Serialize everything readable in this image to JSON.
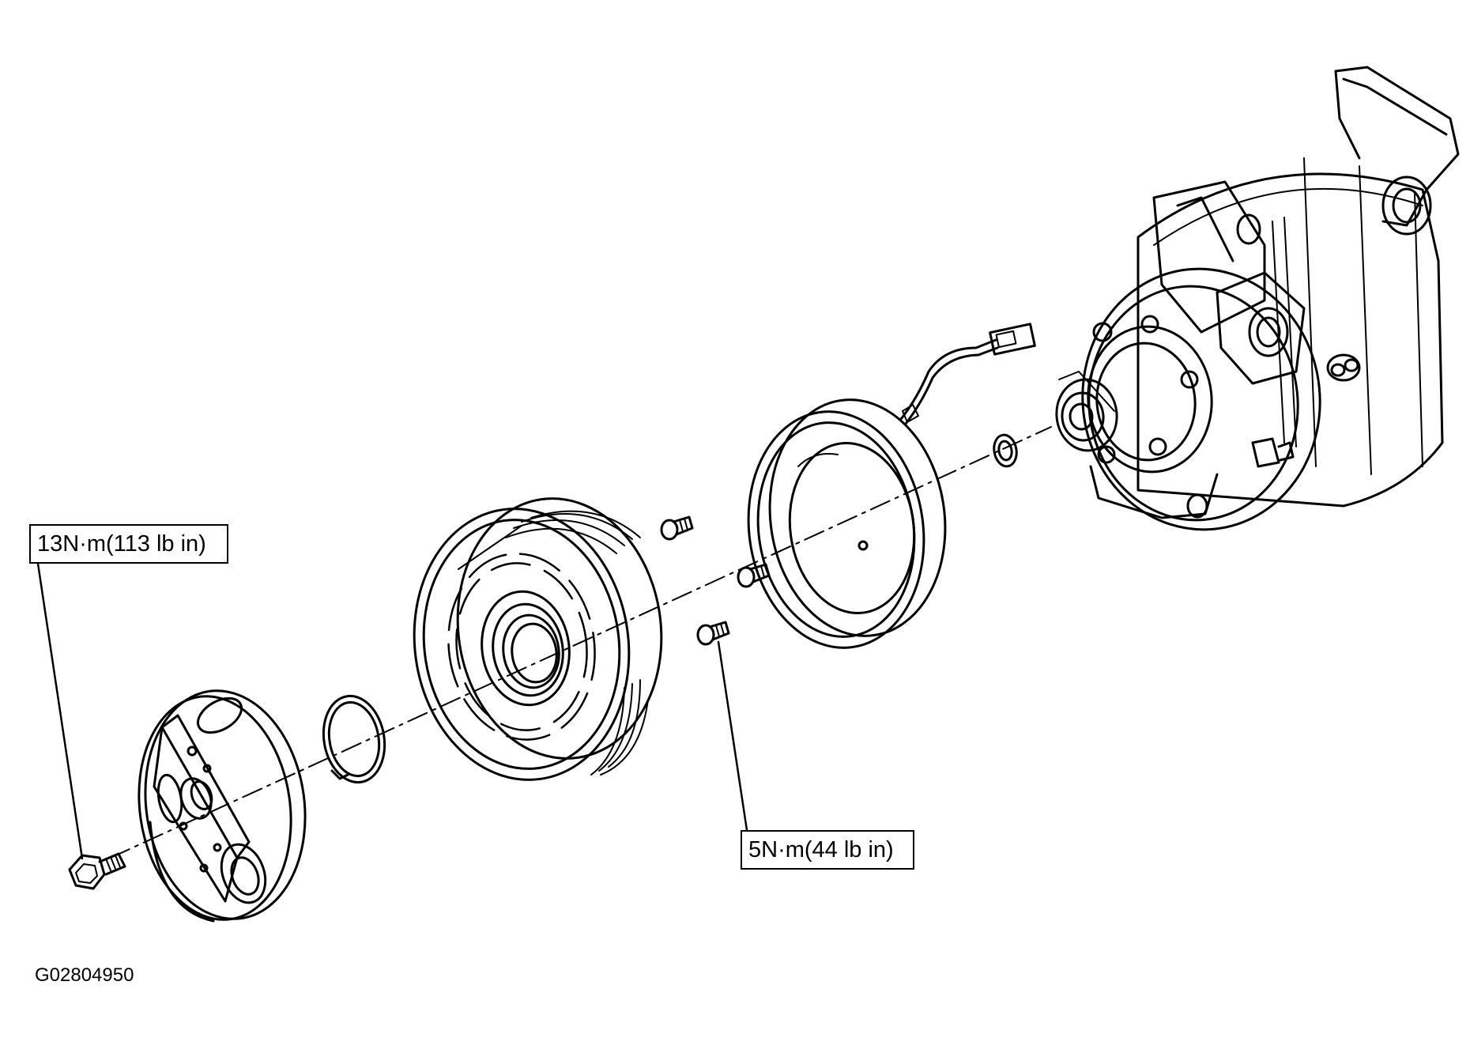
{
  "callouts": {
    "top_left": "13N·m(113 lb in)",
    "bottom_right": "5N·m(44 lb in)"
  },
  "figure_id": "G02804950",
  "colors": {
    "line": "#000000",
    "background": "#ffffff"
  }
}
